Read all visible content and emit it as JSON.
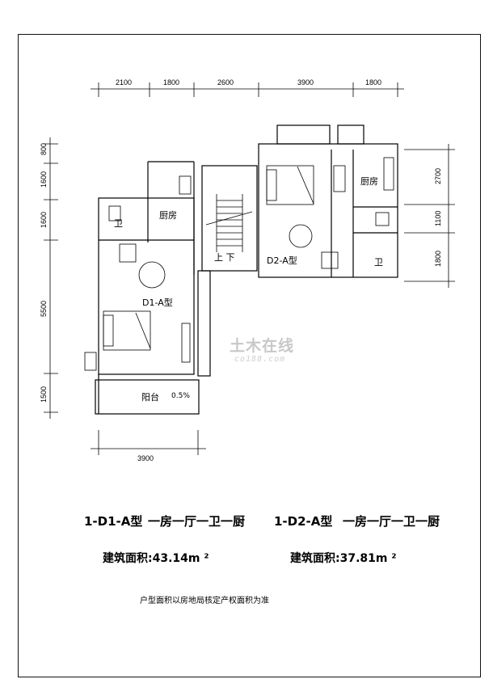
{
  "dims": {
    "top": [
      "2100",
      "1800",
      "2600",
      "3900",
      "1800"
    ],
    "left": [
      "800",
      "1600",
      "1600",
      "5500",
      "1500"
    ],
    "right": [
      "2700",
      "1100",
      "1800"
    ],
    "bottom": [
      "3900"
    ]
  },
  "rooms": {
    "kitchen_left": "厨房",
    "kitchen_right": "厨房",
    "bath_left": "卫",
    "bath_right": "卫",
    "stair": "上 下",
    "unit_d1": "D1-A型",
    "unit_d2": "D2-A型",
    "balcony": "阳台",
    "slope": "0.5%"
  },
  "captions": {
    "type_d1": "1-D1-A型",
    "layout_d1": "一房一厅一卫一厨",
    "type_d2": "1-D2-A型",
    "layout_d2": "一房一厅一卫一厨",
    "area_d1": "建筑面积:43.14m ²",
    "area_d2": "建筑面积:37.81m ²",
    "note": "户型面积以房地局核定产权面积为准"
  },
  "watermark": {
    "main": "土木在线",
    "sub": "co188.com"
  }
}
